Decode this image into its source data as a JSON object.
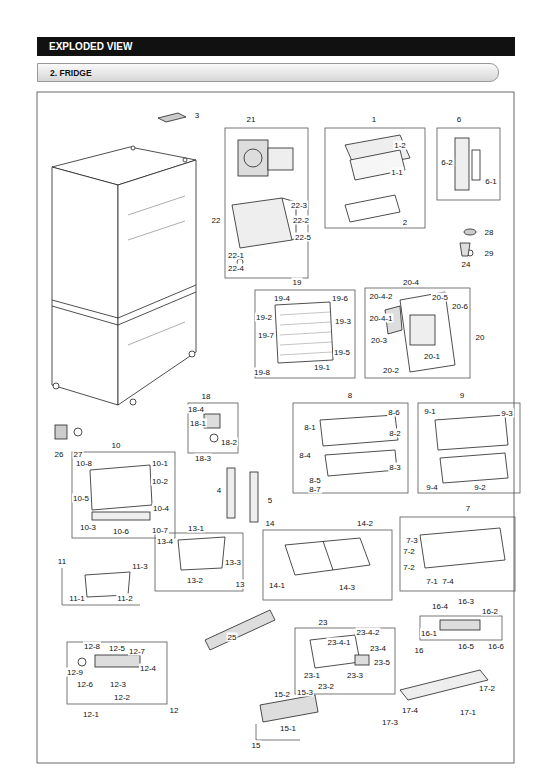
{
  "diagram": {
    "title": "EXPLODED VIEW",
    "nodes": [
      {
        "text": [
          "EXPLODED VIEW"
        ]
      },
      {
        "text": [
          "2. FRIDGE"
        ]
      }
    ],
    "labels": [
      "3",
      "21",
      "22",
      "22-3",
      "22-2",
      "22-5",
      "22-1",
      "22-4",
      "1",
      "1-2",
      "1-1",
      "2",
      "6",
      "6-2",
      "6-1",
      "28",
      "29",
      "24",
      "19",
      "19-4",
      "19-6",
      "19-2",
      "19-3",
      "19-7",
      "19-5",
      "19-1",
      "19-8",
      "20-4-2",
      "20-4",
      "20-5",
      "20-6",
      "20-4-1",
      "20",
      "20-3",
      "20-1",
      "20-2",
      "18",
      "18-4",
      "18-1",
      "18-2",
      "18-3",
      "26",
      "27",
      "8",
      "8-1",
      "8-6",
      "8-2",
      "8-4",
      "8-3",
      "8-5",
      "8-7",
      "9",
      "9-1",
      "9-3",
      "9-4",
      "9-2",
      "4",
      "5",
      "10",
      "10-8",
      "10-1",
      "10-2",
      "10-5",
      "10-4",
      "10-3",
      "10-6",
      "10-7",
      "14",
      "14-2",
      "14-1",
      "14-3",
      "13-1",
      "13-4",
      "13-3",
      "13-2",
      "13",
      "7",
      "7-3",
      "7-2",
      "7-2",
      "7-1",
      "7-4",
      "11",
      "11-3",
      "11-1",
      "11-2",
      "25",
      "23",
      "23-4-2",
      "23-4-1",
      "23-4",
      "23-5",
      "23-3",
      "23-1",
      "23-2",
      "16-4",
      "16-3",
      "16-2",
      "16-1",
      "16-5",
      "16-6",
      "16",
      "17-2",
      "17-4",
      "17-3",
      "17-1",
      "12-8",
      "12-5",
      "12-7",
      "12-4",
      "12-9",
      "12-6",
      "12-3",
      "12-2",
      "12-1",
      "12",
      "15-2",
      "15-3",
      "15-1",
      "15"
    ]
  }
}
